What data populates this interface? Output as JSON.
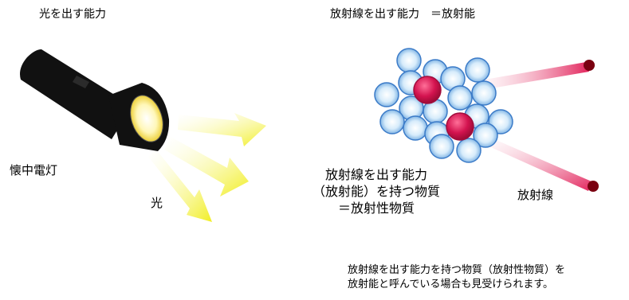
{
  "left_section": {
    "title": "光を出す能力",
    "flashlight_label": "懐中電灯",
    "light_label": "光"
  },
  "right_section": {
    "title": "放射線を出す能力　＝放射能",
    "definition_lines": [
      "放射線を出す能力",
      "（放射能）を持つ物質",
      "＝放射性物質"
    ],
    "radiation_label": "放射線"
  },
  "footnote_lines": [
    "放射線を出す能力を持つ物質（放射性物質）を",
    "放射能と呼んでいる場合も見受けられます。"
  ],
  "colors": {
    "light_beam": "#f2ef2c",
    "flashlight_body": "#111111",
    "lens": "#fff6b0",
    "nucleon": "#bfe0f7",
    "radioactive_nucleus": "#d2144e",
    "radiation_ray": "#e0245e",
    "ray_tip": "#7a0010"
  }
}
